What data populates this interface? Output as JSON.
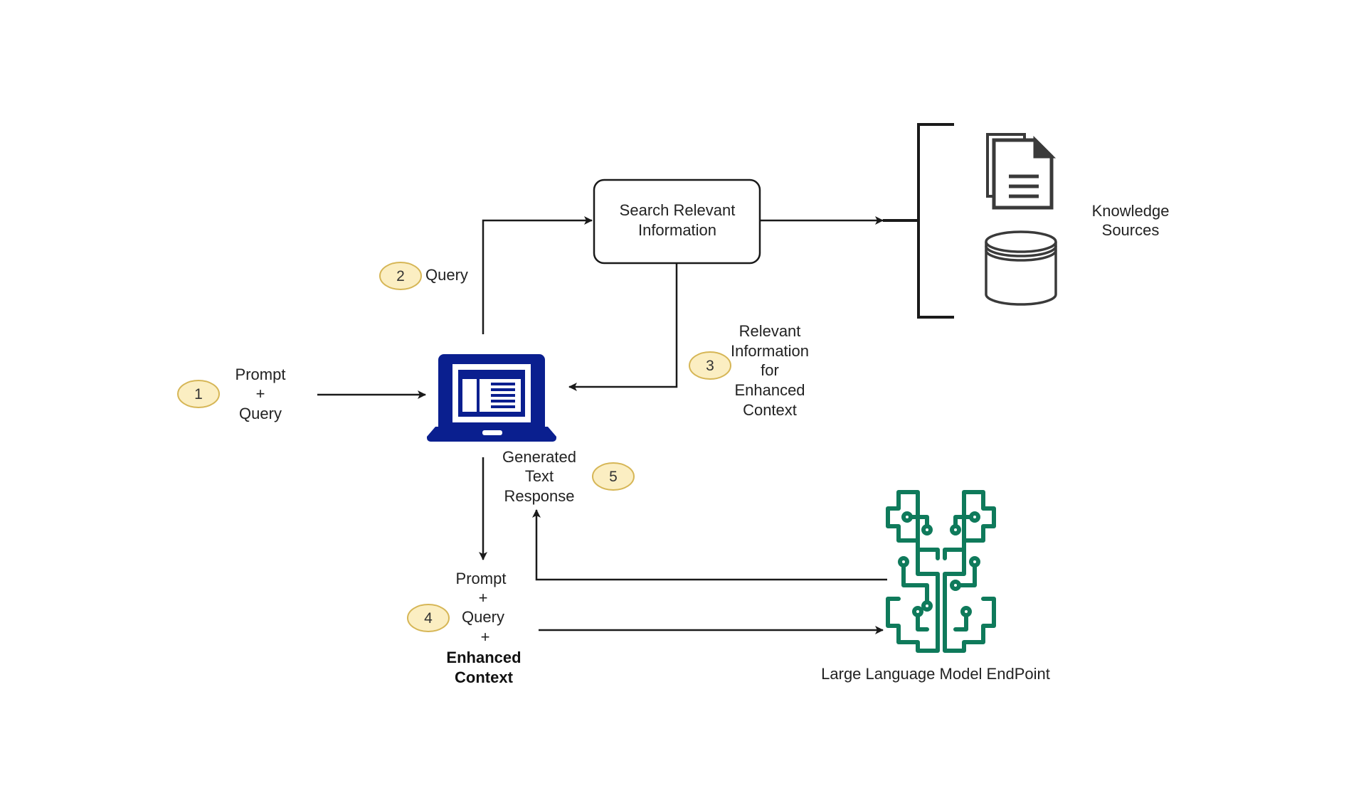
{
  "steps": {
    "s1": "1",
    "s2": "2",
    "s3": "3",
    "s4": "4",
    "s5": "5"
  },
  "labels": {
    "prompt_query_1": [
      "Prompt",
      "+",
      "Query"
    ],
    "query_2": "Query",
    "search_box": [
      "Search Relevant",
      "Information"
    ],
    "relevant_info_3": [
      "Relevant",
      "Information",
      "for",
      "Enhanced",
      "Context"
    ],
    "generated_5": [
      "Generated",
      "Text",
      "Response"
    ],
    "prompt_query_4": [
      "Prompt",
      "+",
      "Query",
      "+"
    ],
    "enhanced_context_4": [
      "Enhanced",
      "Context"
    ],
    "knowledge_sources": [
      "Knowledge",
      "Sources"
    ],
    "llm_endpoint": "Large Language Model EndPoint"
  },
  "icons": {
    "laptop": "laptop-icon",
    "documents": "documents-icon",
    "database": "database-icon",
    "brain": "brain-circuit-icon"
  },
  "colors": {
    "badge_fill": "#fbeec2",
    "badge_stroke": "#d6b656",
    "laptop": "#0a1f8f",
    "llm_icon": "#0f7a5b",
    "line": "#1a1a1a",
    "knowledge_icons": "#3a3a3a"
  }
}
